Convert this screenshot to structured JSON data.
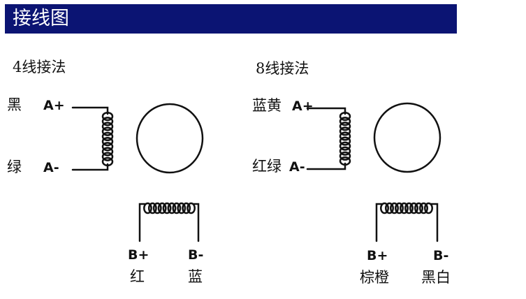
{
  "header": {
    "title": "接线图"
  },
  "four_wire": {
    "title": "4线接法",
    "a_plus": {
      "color": "黑",
      "pin": "A+"
    },
    "a_minus": {
      "color": "绿",
      "pin": "A-"
    },
    "b_plus": {
      "pin": "B+",
      "color": "红"
    },
    "b_minus": {
      "pin": "B-",
      "color": "蓝"
    }
  },
  "eight_wire": {
    "title": "8线接法",
    "a_plus": {
      "color": "蓝黄",
      "pin": "A+"
    },
    "a_minus": {
      "color": "红绿",
      "pin": "A-"
    },
    "b_plus": {
      "pin": "B+",
      "color": "棕橙"
    },
    "b_minus": {
      "pin": "B-",
      "color": "黑白"
    }
  },
  "colors": {
    "header_bg": "#0b1473",
    "header_text": "#ffffff",
    "line": "#111111"
  }
}
